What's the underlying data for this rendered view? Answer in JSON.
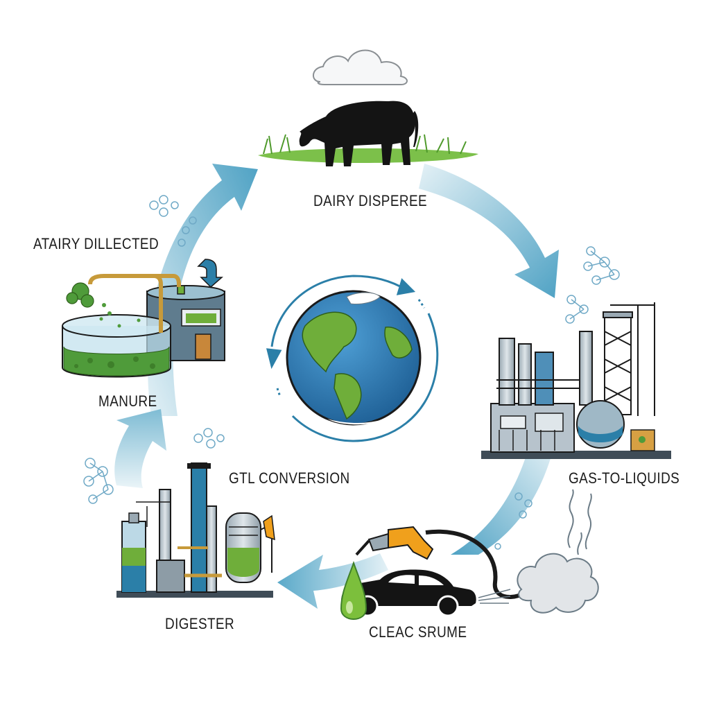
{
  "labels": {
    "dairy": "DAIRY DISPEREE",
    "collected": "ATAIRY DILLECTED",
    "manure": "MANURE",
    "gtl_conversion": "GTL CONVERSION",
    "gas_to_liquids": "GAS-TO-LIQUIDS",
    "digester": "DIGESTER",
    "clean_fuel": "CLEAC SRUME"
  },
  "colors": {
    "arrow_dark": "#5aa9c9",
    "arrow_light": "#cfe6f0",
    "ocean": "#2f7fb8",
    "land": "#6fae3a",
    "grass": "#7cc04a",
    "green_slurry": "#4f9b3a",
    "steel": "#8fa3b0",
    "fuel_orange": "#f0a01c",
    "smoke": "#d9dde0"
  },
  "icons": [
    "cloud-icon",
    "cow-icon",
    "globe-icon",
    "fuel-nozzle-icon",
    "car-icon",
    "fuel-drop-icon",
    "smoke-icon",
    "molecule-icon"
  ]
}
